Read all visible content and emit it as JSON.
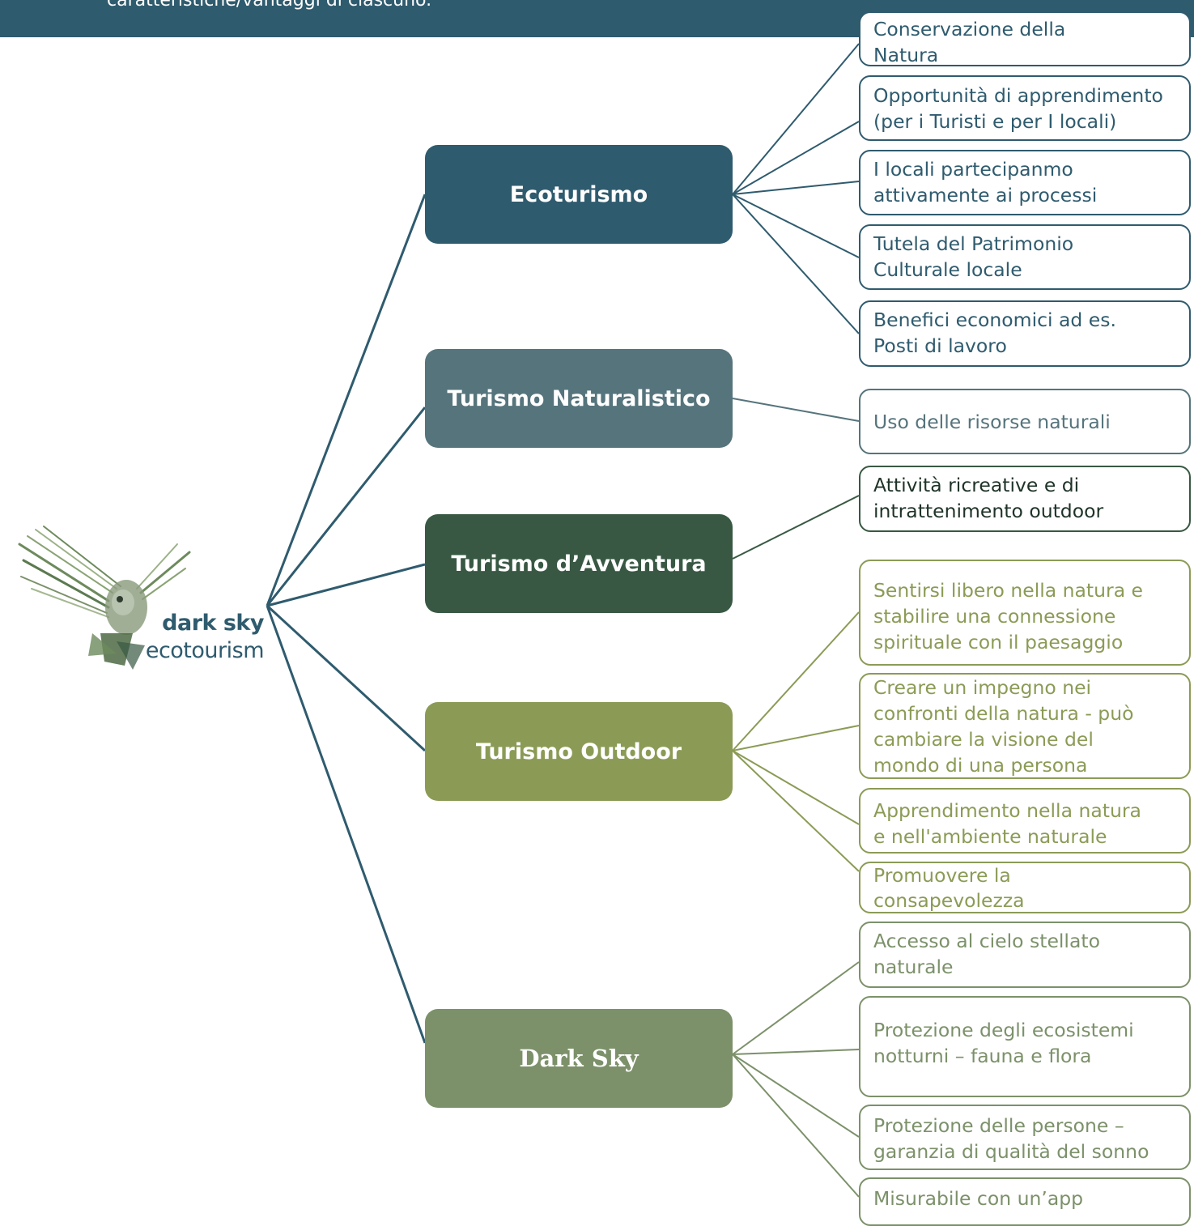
{
  "header": {
    "text": "caratteristiche/vantaggi di ciascuno."
  },
  "logo": {
    "line1": "dark sky",
    "line2": "ecotourism"
  },
  "colors": {
    "ecoturismo": "#2f5b6e",
    "naturalistico": "#56747c",
    "avventura": "#385843",
    "outdoor": "#8b9b56",
    "darksky": "#7c916a"
  },
  "categories": [
    {
      "label": "Ecoturismo",
      "leaves": [
        "Conservazione della\nNatura",
        "Opportunità di apprendimento\n(per i Turisti e per I locali)",
        "I locali partecipanmo\nattivamente ai processi",
        "Tutela del Patrimonio\nCulturale locale",
        "Benefici economici ad es.\nPosti di lavoro"
      ]
    },
    {
      "label": "Turismo Naturalistico",
      "leaves": [
        "Uso delle risorse naturali"
      ]
    },
    {
      "label": "Turismo d’Avventura",
      "leaves": [
        "Attività ricreative e di\nintrattenimento outdoor"
      ]
    },
    {
      "label": "Turismo Outdoor",
      "leaves": [
        "Sentirsi libero nella natura e\nstabilire una connessione\nspirituale con il paesaggio",
        "Creare un impegno nei\nconfronti della natura - può\ncambiare la visione del\nmondo di una persona",
        "Apprendimento nella natura\ne nell'ambiente naturale",
        "Promuovere la\nconsapevolezza"
      ]
    },
    {
      "label": "Dark Sky",
      "leaves": [
        "Accesso al cielo stellato\nnaturale",
        "Protezione degli ecosistemi\nnotturni – fauna e flora",
        "Protezione delle persone –\ngaranzia di qualità del sonno",
        "Misurabile con un’app"
      ]
    }
  ]
}
